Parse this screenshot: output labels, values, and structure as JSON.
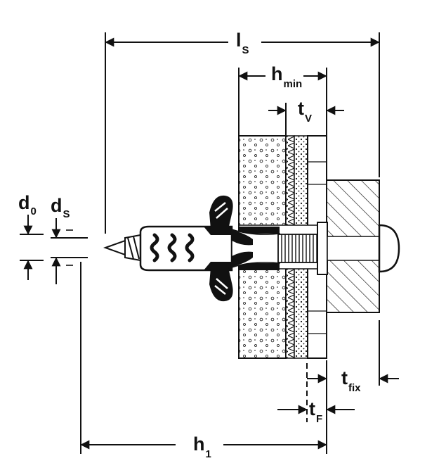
{
  "colors": {
    "ink": "#111111",
    "paper": "#ffffff"
  },
  "labels": {
    "ls": {
      "main": "l",
      "sub": "S"
    },
    "hmin": {
      "main": "h",
      "sub": "min"
    },
    "tv": {
      "main": "t",
      "sub": "V"
    },
    "d0": {
      "main": "d",
      "sub": "0"
    },
    "ds": {
      "main": "d",
      "sub": "S"
    },
    "tfix": {
      "main": "t",
      "sub": "fix"
    },
    "tf": {
      "main": "t",
      "sub": "F"
    },
    "h1": {
      "main": "h",
      "sub": "1"
    }
  }
}
